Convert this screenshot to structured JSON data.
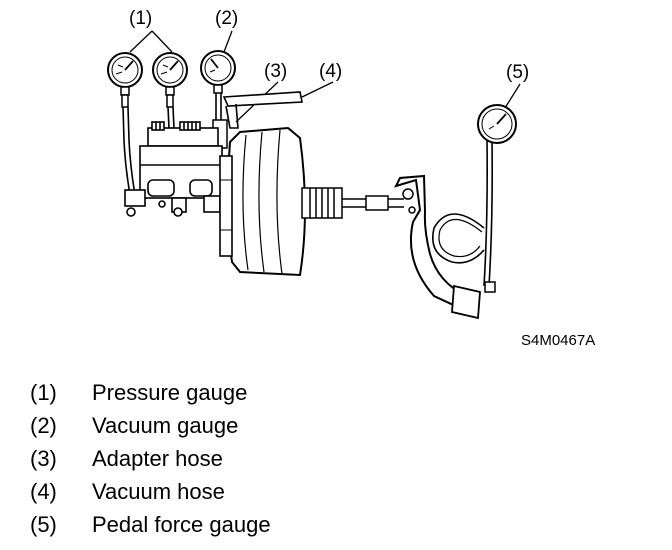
{
  "diagram": {
    "callouts": [
      "(1)",
      "(2)",
      "(3)",
      "(4)",
      "(5)"
    ],
    "figure_code": "S4M0467A"
  },
  "legend": [
    {
      "num": "(1)",
      "label": "Pressure gauge"
    },
    {
      "num": "(2)",
      "label": "Vacuum gauge"
    },
    {
      "num": "(3)",
      "label": "Adapter hose"
    },
    {
      "num": "(4)",
      "label": "Vacuum hose"
    },
    {
      "num": "(5)",
      "label": "Pedal force gauge"
    }
  ]
}
